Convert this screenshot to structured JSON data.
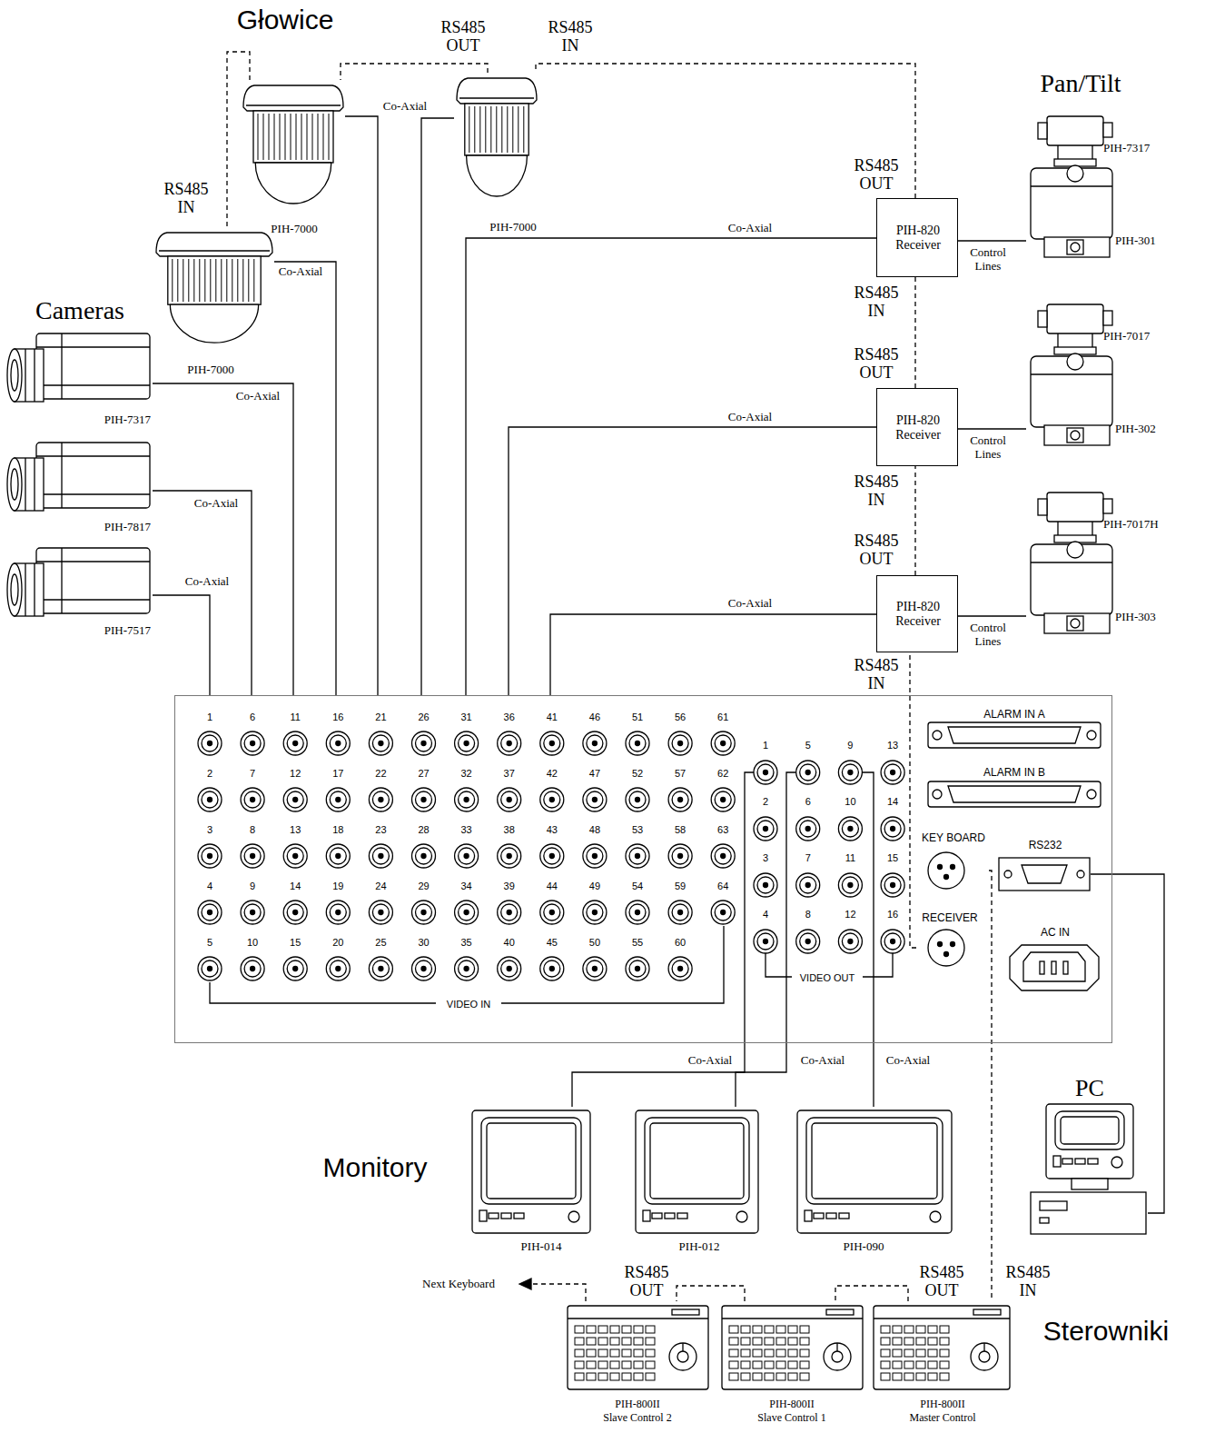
{
  "diagram": {
    "nodes": [
      {
        "text": [
          "PIH-7000"
        ]
      },
      {
        "text": [
          "PIH-7000"
        ]
      },
      {
        "text": [
          "PIH-7000"
        ]
      },
      {
        "text": [
          "PIH-7317",
          "PIH-301"
        ]
      },
      {
        "text": [
          "PIH-820 Receiver"
        ]
      },
      {
        "text": [
          "PIH-7017",
          "PIH-302"
        ]
      },
      {
        "text": [
          "PIH-820 Receiver"
        ]
      },
      {
        "text": [
          "PIH-7317"
        ]
      },
      {
        "text": [
          "PIH-7817"
        ]
      },
      {
        "text": [
          "PIH-7017H",
          "PIH-303"
        ]
      },
      {
        "text": [
          "PIH-820 Receiver"
        ]
      },
      {
        "text": [
          "PIH-7517"
        ]
      },
      {
        "text": [
          "VIDEO IN",
          "VIDEO OUT"
        ]
      },
      {
        "text": [
          "ALARM IN A"
        ],
        "in": 12
      },
      {
        "text": [
          "ALARM IN B"
        ],
        "in": 12
      },
      {
        "text": [
          "KEY BOARD"
        ],
        "in": 12
      },
      {
        "text": [
          "RS232"
        ],
        "in": 12
      },
      {
        "text": [
          "RECEIVER"
        ],
        "in": 12
      },
      {
        "text": [
          "AC IN"
        ],
        "in": 12
      },
      {
        "text": [
          "PC"
        ]
      },
      {
        "text": [
          "PIH-014"
        ]
      },
      {
        "text": [
          "PIH-012"
        ]
      },
      {
        "text": [
          "PIH-090"
        ]
      },
      {
        "text": [
          "PIH-800II",
          "Slave Control 2"
        ]
      },
      {
        "text": [
          "PIH-800II",
          "Slave Control 1"
        ]
      },
      {
        "text": [
          "PIH-800II",
          "Master Control"
        ]
      }
    ],
    "edges": [
      {
        "from": 0,
        "to": 12,
        "arrow": "none",
        "label": "Co-Axial"
      },
      {
        "from": 1,
        "to": 12,
        "arrow": "none"
      },
      {
        "from": 2,
        "to": 12,
        "arrow": "none",
        "label": "Co-Axial"
      },
      {
        "from": 7,
        "to": 12,
        "arrow": "none",
        "label": "Co-Axial"
      },
      {
        "from": 8,
        "to": 12,
        "arrow": "none",
        "label": "Co-Axial"
      },
      {
        "from": 11,
        "to": 12,
        "arrow": "none",
        "label": "Co-Axial"
      },
      {
        "from": 4,
        "to": 12,
        "arrow": "none",
        "label": "Co-Axial"
      },
      {
        "from": 6,
        "to": 12,
        "arrow": "none",
        "label": "Co-Axial"
      },
      {
        "from": 10,
        "to": 12,
        "arrow": "none",
        "label": "Co-Axial"
      },
      {
        "from": 4,
        "to": 3,
        "arrow": "none",
        "label": "Control Lines"
      },
      {
        "from": 6,
        "to": 5,
        "arrow": "none",
        "label": "Control Lines"
      },
      {
        "from": 10,
        "to": 9,
        "arrow": "none",
        "label": "Control Lines"
      },
      {
        "from": 12,
        "to": 20,
        "arrow": "none",
        "label": "Co-Axial"
      },
      {
        "from": 12,
        "to": 21,
        "arrow": "none",
        "label": "Co-Axial"
      },
      {
        "from": 12,
        "to": 22,
        "arrow": "none",
        "label": "Co-Axial"
      },
      {
        "from": 17,
        "to": 10,
        "arrow": "none"
      },
      {
        "from": 10,
        "to": 6,
        "arrow": "none"
      },
      {
        "from": 6,
        "to": 4,
        "arrow": "none"
      },
      {
        "from": 4,
        "to": 1,
        "arrow": "none"
      },
      {
        "from": 1,
        "to": 0,
        "arrow": "none"
      },
      {
        "from": 0,
        "to": 2,
        "arrow": "none"
      },
      {
        "from": 15,
        "to": 25,
        "arrow": "none"
      },
      {
        "from": 25,
        "to": 24,
        "arrow": "none"
      },
      {
        "from": 24,
        "to": 23,
        "arrow": "none"
      },
      {
        "from": 16,
        "to": 19,
        "arrow": "none"
      }
    ],
    "labels": [
      "Głowice",
      "Pan/Tilt",
      "Cameras",
      "Monitory",
      "Sterowniki",
      "RS485 OUT",
      "RS485 IN",
      "RS485 IN",
      "RS485 OUT",
      "RS485 IN",
      "RS485 OUT",
      "RS485 IN",
      "RS485 OUT",
      "RS485 IN",
      "RS485 OUT",
      "RS485 OUT",
      "RS485 IN",
      "Next Keyboard",
      "1",
      "2",
      "3",
      "4",
      "5",
      "6",
      "7",
      "8",
      "9",
      "10",
      "11",
      "12",
      "13",
      "14",
      "15",
      "16",
      "17",
      "18",
      "19",
      "20",
      "21",
      "22",
      "23",
      "24",
      "25",
      "26",
      "27",
      "28",
      "29",
      "30",
      "31",
      "32",
      "33",
      "34",
      "35",
      "36",
      "37",
      "38",
      "39",
      "40",
      "41",
      "42",
      "43",
      "44",
      "45",
      "46",
      "47",
      "48",
      "49",
      "50",
      "51",
      "52",
      "53",
      "54",
      "55",
      "56",
      "57",
      "58",
      "59",
      "60",
      "61",
      "62",
      "63",
      "64",
      "1",
      "2",
      "3",
      "4",
      "5",
      "6",
      "7",
      "8",
      "9",
      "10",
      "11",
      "12",
      "13",
      "14",
      "15",
      "16"
    ]
  }
}
